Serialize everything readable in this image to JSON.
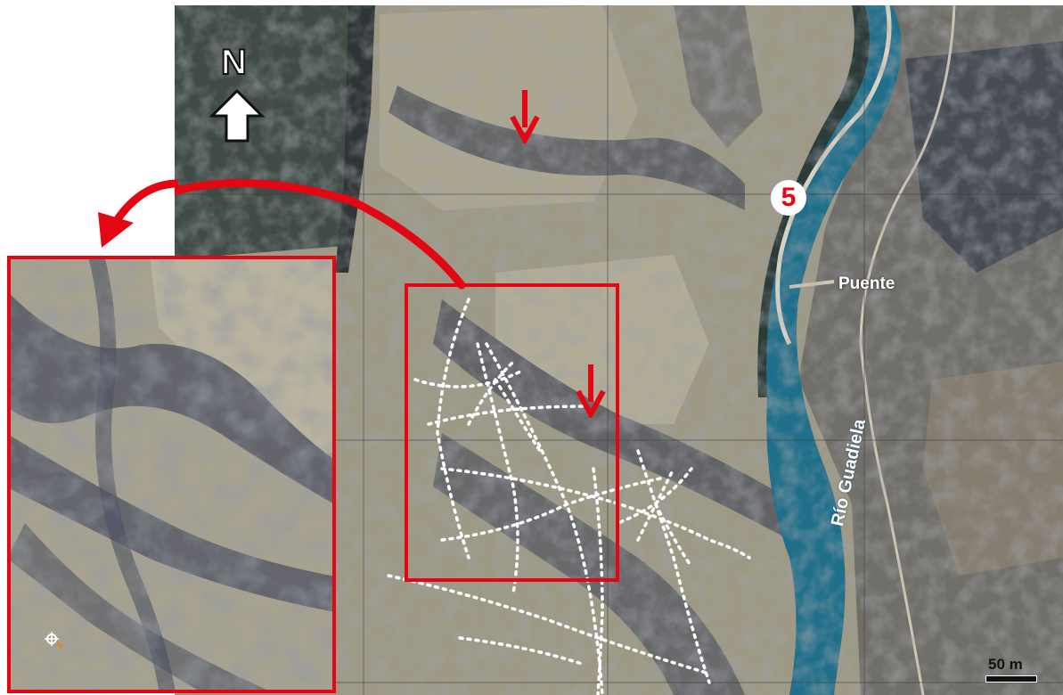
{
  "map": {
    "north_label": "N",
    "point_number": "5",
    "river_label": "Río Guadiela",
    "bridge_label": "Puente",
    "scale_label": "50 m"
  },
  "colors": {
    "annotation_red": "#e30613",
    "river": "#1f6f8b",
    "lineament_dots": "#ffffff",
    "terrain_light": "#b3ad98",
    "terrain_dark": "#4b5060",
    "vegetation": "#3c4b45"
  },
  "icons": [
    "north-arrow-icon",
    "red-arrow-icon",
    "location-badge-icon",
    "scale-bar-icon"
  ]
}
